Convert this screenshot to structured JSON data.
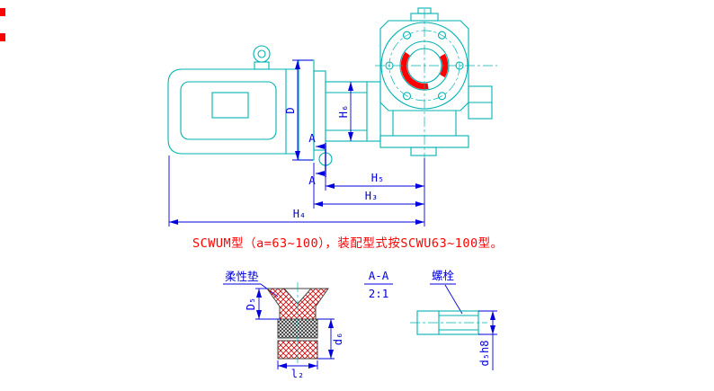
{
  "drawing": {
    "note": "SCWUM型（a=63~100），装配型式按SCWU63~100型。",
    "section_label": "A-A",
    "section_scale": "2:1",
    "part_labels": {
      "flexible_pad": "柔性垫",
      "bolt": "螺栓"
    },
    "dims": {
      "D": "D",
      "H6": "H₆",
      "H5": "H₅",
      "H3": "H₃",
      "H4": "H₄",
      "A_top": "A",
      "A_bottom": "A",
      "D5": "D₅",
      "d6": "d₆",
      "l2": "l₂",
      "d5h8": "d₅h8"
    },
    "colors": {
      "line": "#00b2b2",
      "dimension": "#0000dd",
      "highlight": "#ff0000",
      "detail_line": "#404040",
      "background": "#ffffff"
    }
  }
}
